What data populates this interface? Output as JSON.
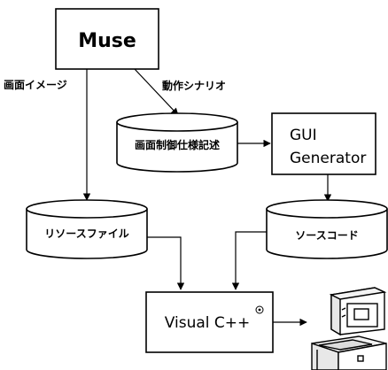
{
  "nodes": {
    "muse": "Muse",
    "screen_spec": "画面制御仕様記述",
    "gui_generator_line1": "GUI",
    "gui_generator_line2": "Generator",
    "resource_file": "リソースファイル",
    "source_code": "ソースコード",
    "visual_cpp": "Visual C++"
  },
  "edges": {
    "screen_image": "画面イメージ",
    "action_scenario": "動作シナリオ"
  }
}
